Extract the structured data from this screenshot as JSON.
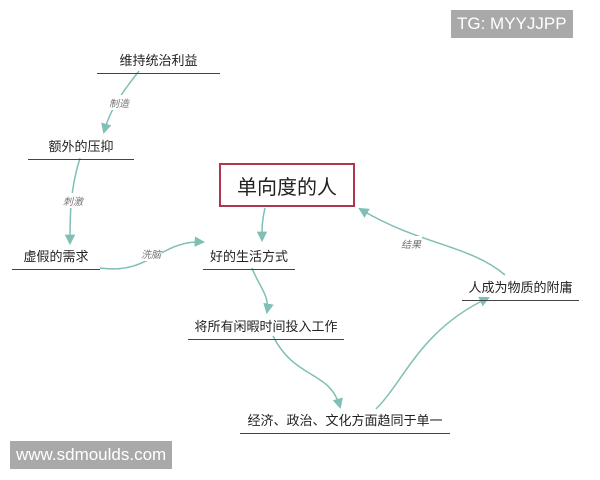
{
  "diagram": {
    "title": "单向度的人",
    "nodes": {
      "central": "单向度的人",
      "maintain_rule": "维持统治利益",
      "extra_repression": "额外的压抑",
      "false_needs": "虚假的需求",
      "good_lifestyle": "好的生活方式",
      "invest_leisure": "将所有闲暇时间投入工作",
      "homogenize": "经济、政治、文化方面趋同于单一",
      "human_attached": "人成为物质的附庸"
    },
    "edges": [
      {
        "from": "维持统治利益",
        "to": "额外的压抑",
        "label": "制造"
      },
      {
        "from": "额外的压抑",
        "to": "虚假的需求",
        "label": "刺激"
      },
      {
        "from": "虚假的需求",
        "to": "好的生活方式",
        "label": "洗脑"
      },
      {
        "from": "单向度的人",
        "to": "好的生活方式",
        "label": ""
      },
      {
        "from": "好的生活方式",
        "to": "将所有闲暇时间投入工作",
        "label": ""
      },
      {
        "from": "将所有闲暇时间投入工作",
        "to": "经济、政治、文化方面趋同于单一",
        "label": ""
      },
      {
        "from": "经济、政治、文化方面趋同于单一",
        "to": "人成为物质的附庸",
        "label": ""
      },
      {
        "from": "人成为物质的附庸",
        "to": "单向度的人",
        "label": "结果"
      }
    ],
    "edge_labels": {
      "make": "制造",
      "stimulate": "刺激",
      "brainwash": "洗脑",
      "result": "结果"
    },
    "colors": {
      "edge": "#7fbfb5",
      "central_border": "#b0364e",
      "underline": "#444444",
      "text": "#222222"
    }
  },
  "watermarks": {
    "top_right": "TG: MYYJJPP",
    "bottom_left": "www.sdmoulds.com"
  }
}
